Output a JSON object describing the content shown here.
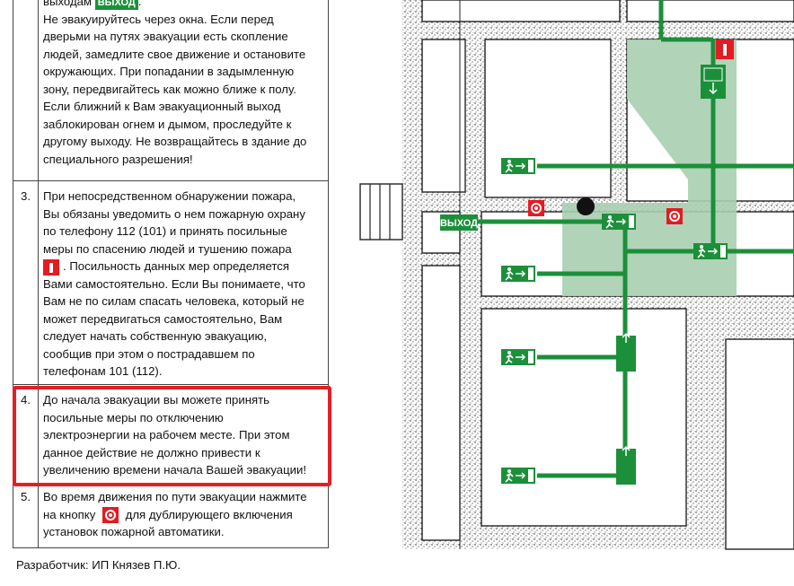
{
  "instructions": [
    {
      "number": "",
      "lines": [
        "выходам [EXIT].",
        "Не эвакуируйтесь через окна. Если перед",
        "дверьми на путях эвакуации есть скопление",
        "людей, замедлите свое движение и остановите",
        "окружающих. При попадании в задымленную",
        "зону, передвигайтесь как можно ближе к полу.",
        "Если ближний к Вам эвакуационный выход",
        "заблокирован огнем и дымом, проследуйте к",
        "другому выходу. Не возвращайтесь в здание до",
        "специального разрешения!"
      ]
    },
    {
      "number": "3.",
      "lines": [
        "При непосредственном обнаружении пожара,",
        "Вы обязаны уведомить о нем пожарную охрану",
        "по телефону 112 (101) и принять посильные",
        "меры по спасению людей и тушению пожара",
        "[EXT] . Посильность данных мер определяется",
        "Вами самостоятельно. Если Вы понимаете, что",
        "Вам не по силам спасать человека, который не",
        "может передвигаться самостоятельно, Вам",
        "следует начать  собственную эвакуацию,",
        "сообщив при этом о пострадавшем по",
        "телефонам 101 (112)."
      ]
    },
    {
      "number": "4.",
      "lines": [
        "До начала эвакуации вы можете принять",
        "посильные меры по отключению",
        "электроэнергии на рабочем месте. При этом",
        "данное действие не должно привести к",
        "увеличению времени начала Вашей эвакуации!"
      ]
    },
    {
      "number": "5.",
      "lines": [
        "Во время движения по пути эвакуации нажмите",
        "на кнопку [BTN]  для дублирующего включения",
        "установок пожарной автоматики."
      ]
    }
  ],
  "exit_badge_text": "ВЫХОД",
  "developer": "Разработчик: ИП Князев П.Ю.",
  "colors": {
    "route_green": "#1c8f3a",
    "zone_green": "#a9cfb0",
    "fire_red": "#e31b23",
    "highlight_red": "#e41e26"
  },
  "icons": [
    "fire-extinguisher-icon",
    "fire-alarm-button-icon",
    "exit-sign-icon",
    "you-are-here-marker"
  ]
}
